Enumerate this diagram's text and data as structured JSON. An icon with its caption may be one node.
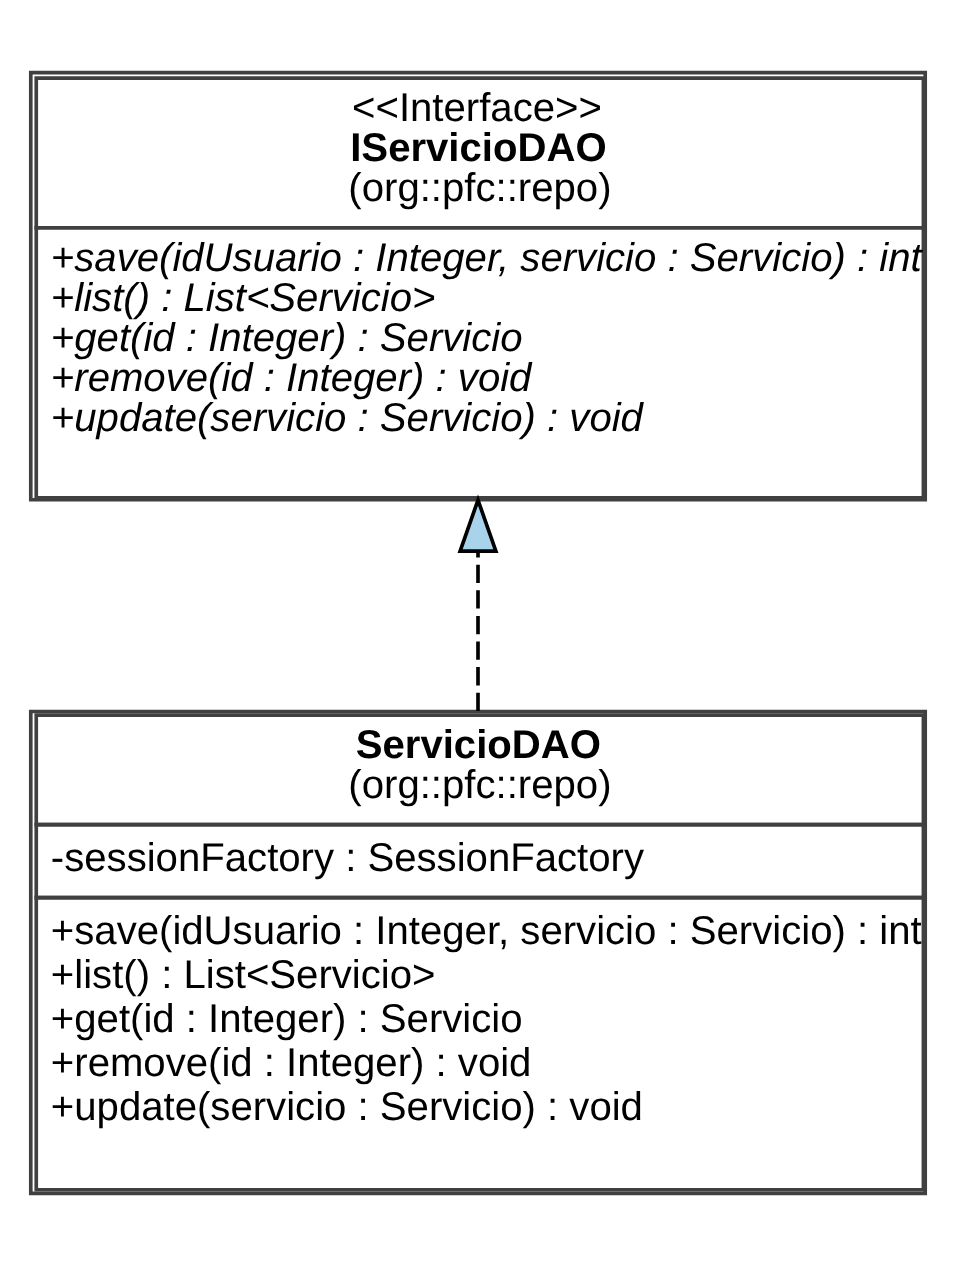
{
  "diagram": {
    "nodes": [
      {
        "text": [
          "<<Interface>>",
          "IServicioDAO",
          "(org::pfc::repo)",
          "+save(idUsuario : Integer, servicio : Servicio) : int",
          "+list() : List<Servicio>",
          "+get(id : Integer) : Servicio",
          "+remove(id : Integer) : void",
          "+update(servicio : Servicio) : void"
        ]
      },
      {
        "text": [
          "ServicioDAO",
          "(org::pfc::repo)",
          "-sessionFactory : SessionFactory",
          "+save(idUsuario : Integer, servicio : Servicio) : int",
          "+list() : List<Servicio>",
          "+get(id : Integer) : Servicio",
          "+remove(id : Integer) : void",
          "+update(servicio : Servicio) : void"
        ]
      }
    ],
    "edges": [
      {
        "from": 1,
        "to": 0,
        "arrow": "to",
        "style": "dashed"
      }
    ]
  }
}
